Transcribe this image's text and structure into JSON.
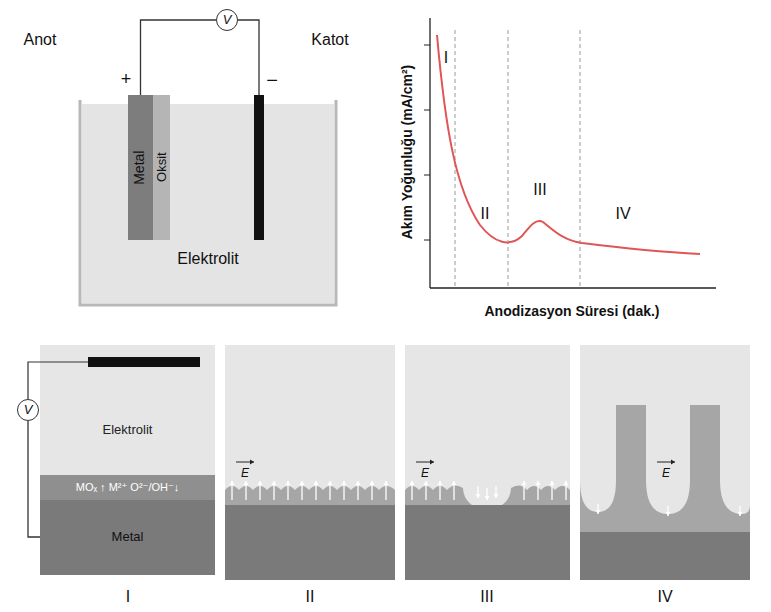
{
  "diagram": {
    "nodes": [
      {
        "text": [
          "Metal"
        ]
      },
      {
        "text": [
          "Oksit"
        ]
      },
      {
        "text": [
          "V"
        ]
      },
      {
        "text": [
          "Elektrolit"
        ]
      },
      {
        "text": [
          "V"
        ]
      },
      {
        "text": [
          "Elektrolit"
        ]
      },
      {
        "text": [
          "MOₓ ↑ M²⁺ O²⁻/OH⁻↓"
        ]
      },
      {
        "text": [
          "Metal"
        ]
      }
    ],
    "edges": [
      {
        "from": 0,
        "to": 2,
        "arrow": "none"
      },
      {
        "from": 4,
        "to": 7,
        "arrow": "none"
      }
    ],
    "labels": [
      "Anot",
      "Katot",
      "+",
      "−",
      "Akım Yoğunluğu (mA/cm²)",
      "Anodizasyon Süresi (dak.)",
      "I",
      "II",
      "III",
      "IV",
      "E",
      "E",
      "E",
      "I",
      "II",
      "III",
      "IV"
    ]
  }
}
